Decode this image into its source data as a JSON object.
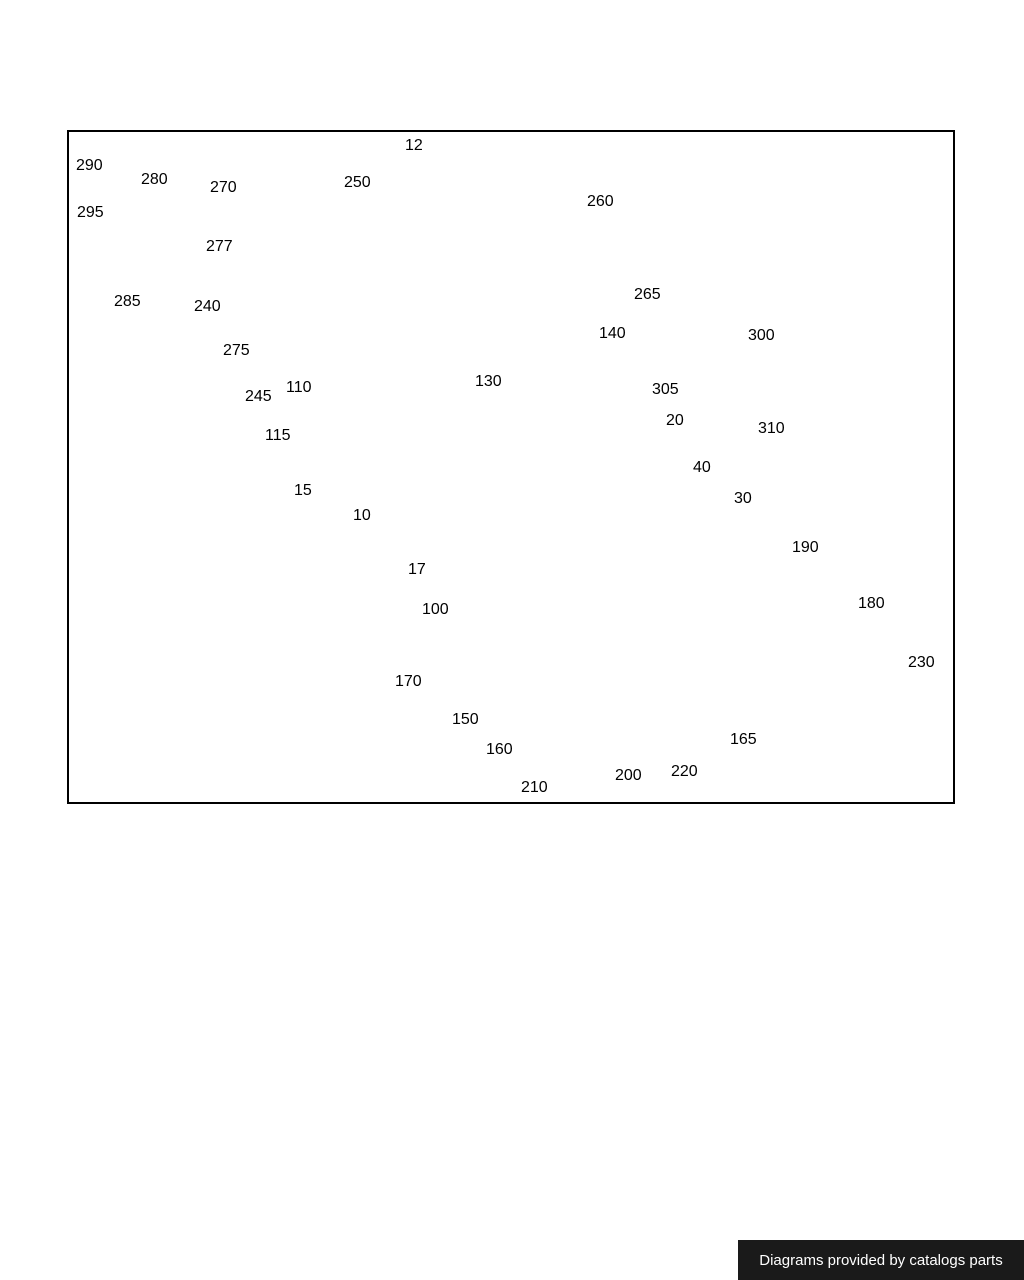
{
  "diagram": {
    "labels": [
      {
        "id": "12",
        "text": "12"
      },
      {
        "id": "290",
        "text": "290"
      },
      {
        "id": "280",
        "text": "280"
      },
      {
        "id": "270",
        "text": "270"
      },
      {
        "id": "250",
        "text": "250"
      },
      {
        "id": "260",
        "text": "260"
      },
      {
        "id": "295",
        "text": "295"
      },
      {
        "id": "277",
        "text": "277"
      },
      {
        "id": "285",
        "text": "285"
      },
      {
        "id": "265",
        "text": "265"
      },
      {
        "id": "240",
        "text": "240"
      },
      {
        "id": "300",
        "text": "300"
      },
      {
        "id": "140",
        "text": "140"
      },
      {
        "id": "275",
        "text": "275"
      },
      {
        "id": "110",
        "text": "110"
      },
      {
        "id": "130",
        "text": "130"
      },
      {
        "id": "305",
        "text": "305"
      },
      {
        "id": "245",
        "text": "245"
      },
      {
        "id": "20",
        "text": "20"
      },
      {
        "id": "310",
        "text": "310"
      },
      {
        "id": "115",
        "text": "115"
      },
      {
        "id": "40",
        "text": "40"
      },
      {
        "id": "15",
        "text": "15"
      },
      {
        "id": "30",
        "text": "30"
      },
      {
        "id": "10",
        "text": "10"
      },
      {
        "id": "190",
        "text": "190"
      },
      {
        "id": "17",
        "text": "17"
      },
      {
        "id": "180",
        "text": "180"
      },
      {
        "id": "100",
        "text": "100"
      },
      {
        "id": "230",
        "text": "230"
      },
      {
        "id": "170",
        "text": "170"
      },
      {
        "id": "150",
        "text": "150"
      },
      {
        "id": "165",
        "text": "165"
      },
      {
        "id": "160",
        "text": "160"
      },
      {
        "id": "220",
        "text": "220"
      },
      {
        "id": "200",
        "text": "200"
      },
      {
        "id": "210",
        "text": "210"
      }
    ]
  },
  "footer": {
    "text": "Diagrams provided by catalogs parts"
  }
}
